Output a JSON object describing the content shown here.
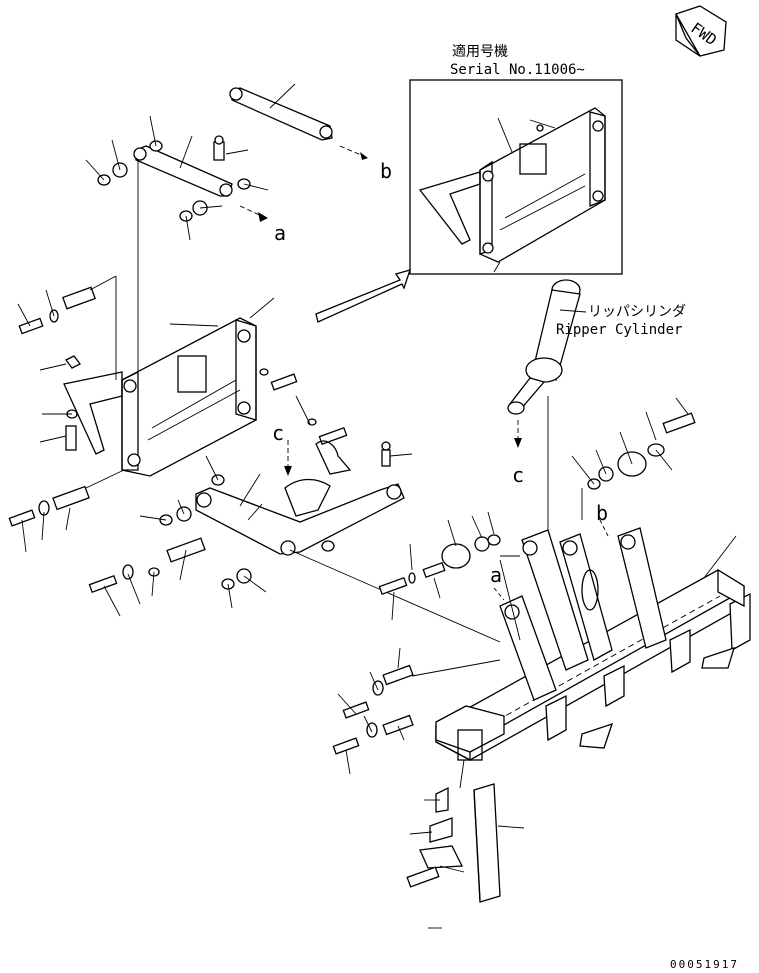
{
  "header": {
    "applicable_model_jp": "適用号機",
    "serial_no": "Serial No.11006~",
    "fwd_label": "FWD"
  },
  "labels": {
    "ripper_cylinder_jp": "リッパシリンダ",
    "ripper_cylinder_en": "Ripper Cylinder",
    "ref_a_top": "a",
    "ref_b_top": "b",
    "ref_c_frame": "c",
    "ref_c_cyl": "c",
    "ref_b_right": "b",
    "ref_a_right": "a"
  },
  "footer": {
    "drawing_number": "00051917"
  }
}
